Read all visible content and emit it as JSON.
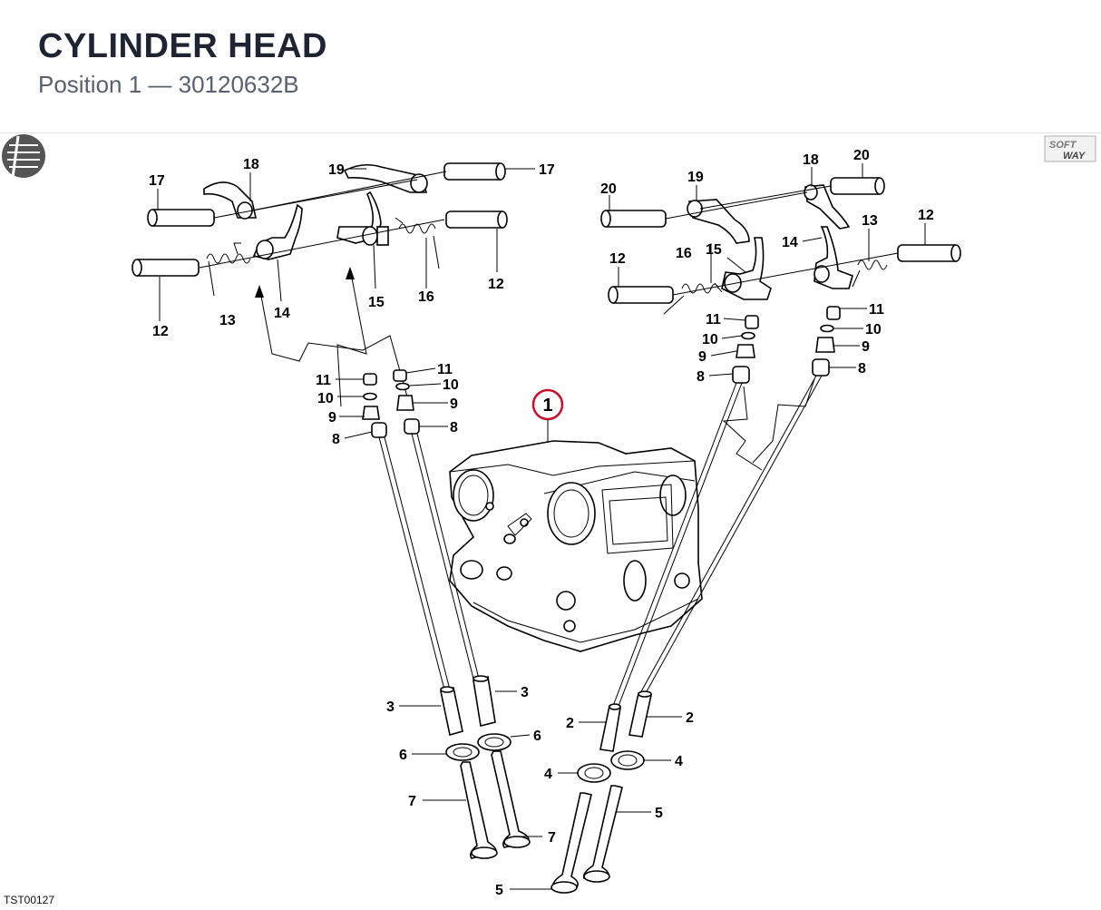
{
  "header": {
    "title": "CYLINDER HEAD",
    "subtitle": "Position 1  —  30120632B"
  },
  "logo": {
    "line1": "SOFT",
    "line2": "WAY"
  },
  "callout": "1",
  "footer": {
    "code": "TST00127"
  },
  "labels": {
    "l17a": "17",
    "l18a": "18",
    "l19a": "19",
    "l17b": "17",
    "l12a": "12",
    "l13a": "13",
    "l14a": "14",
    "l15a": "15",
    "l16a": "16",
    "l12b": "12",
    "l20a": "20",
    "l19b": "19",
    "l18b": "18",
    "l20b": "20",
    "l12c": "12",
    "l13b": "13",
    "l14b": "14",
    "l16b": "16",
    "l15b": "15",
    "l12d": "12",
    "l11a": "11",
    "l10a": "10",
    "l9a": "9",
    "l8a": "8",
    "l11b": "11",
    "l10b": "10",
    "l9b": "9",
    "l8b": "8",
    "l11c": "11",
    "l10c": "10",
    "l9c": "9",
    "l8c": "8",
    "l11d": "11",
    "l10d": "10",
    "l9d": "9",
    "l8d": "8",
    "l3a": "3",
    "l3b": "3",
    "l6a": "6",
    "l6b": "6",
    "l7a": "7",
    "l7b": "7",
    "l2a": "2",
    "l2b": "2",
    "l4a": "4",
    "l4b": "4",
    "l5a": "5",
    "l5b": "5"
  },
  "colors": {
    "title": "#1f2433",
    "subtitle": "#59606f",
    "callout": "#c8102e"
  }
}
